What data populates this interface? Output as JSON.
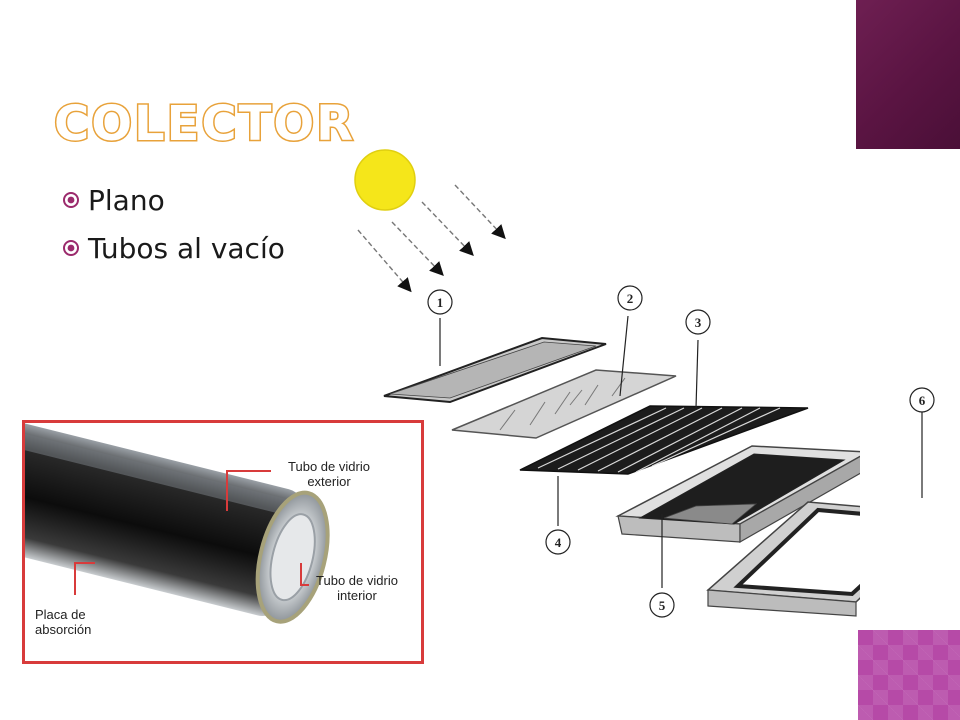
{
  "slide": {
    "title": "Colector",
    "bullets": [
      "Plano",
      "Tubos al vacío"
    ]
  },
  "flat_collector_diagram": {
    "part_numbers": [
      "1",
      "2",
      "3",
      "4",
      "5",
      "6"
    ]
  },
  "vacuum_tube_diagram": {
    "labels": {
      "outer_tube": "Tubo de vidrio\nexterior",
      "inner_tube": "Tubo de vidrio\ninterior",
      "absorber_plate": "Placa de\nabsorción"
    }
  },
  "colors": {
    "title_outline": "#e8a23a",
    "bullet_icon": "#9b2a6c",
    "panel_border": "#d83b3b",
    "sun": "#f5e61a",
    "corner_top": "#5a1442",
    "corner_bottom": "#b64aa7"
  },
  "icons": {
    "bullet": "circle-dot-bullet-icon",
    "sun": "sun-icon",
    "ray": "sun-ray-arrow-icon"
  }
}
